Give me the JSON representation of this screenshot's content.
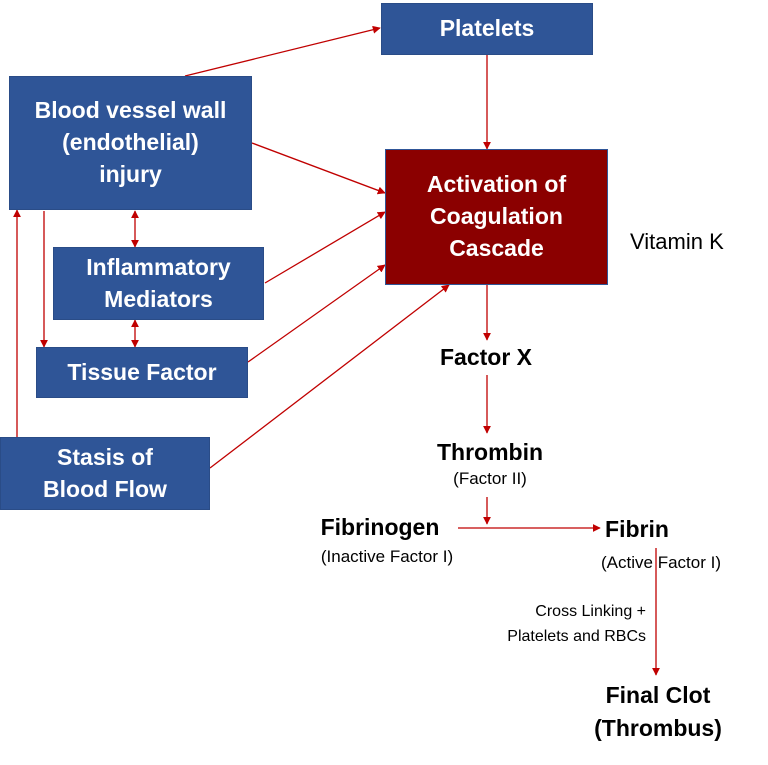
{
  "boxes": {
    "platelets": "Platelets",
    "vessel_injury": "Blood vessel wall\n(endothelial)\ninjury",
    "coagulation": "Activation of\nCoagulation\nCascade",
    "inflammatory": "Inflammatory\nMediators",
    "tissue_factor": "Tissue Factor",
    "stasis": "Stasis of\nBlood Flow"
  },
  "labels": {
    "vitamin_k": "Vitamin K",
    "factor_x": "Factor X",
    "thrombin": "Thrombin",
    "thrombin_sub": "(Factor II)",
    "fibrinogen": "Fibrinogen",
    "fibrinogen_sub": "(Inactive Factor I)",
    "fibrin": "Fibrin",
    "fibrin_sub": "(Active Factor I)",
    "cross_linking": "Cross Linking +\nPlatelets and RBCs",
    "final_clot": "Final Clot\n(Thrombus)"
  },
  "colors": {
    "box_blue": "#2f5597",
    "box_red": "#8b0000",
    "arrow": "#c00000"
  }
}
